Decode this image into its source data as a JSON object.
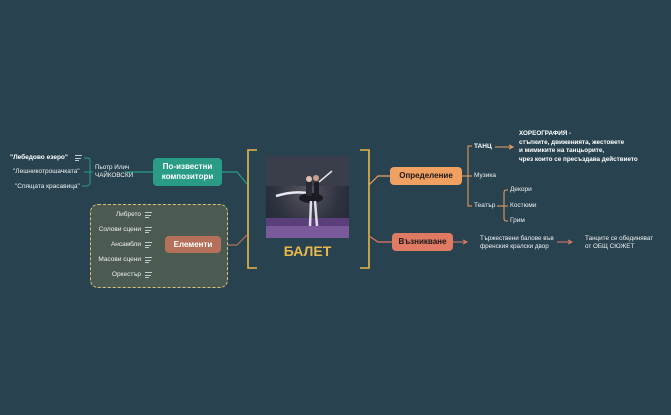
{
  "center": {
    "title": "БАЛЕТ",
    "image": "ballet-photo",
    "color": "#e8b84a"
  },
  "left": {
    "composers": {
      "label": "По-известни композитори",
      "label_line1": "По-известни",
      "label_line2": "композитори",
      "color": "#2a9c86",
      "composer": {
        "line1": "Пьотр Илич",
        "line2": "ЧАЙКОВСКИ"
      },
      "works": [
        "\"Лебедово езеро\"",
        "\"Лешникотрошачката\"",
        "\"Спящата красавица\""
      ]
    },
    "elements": {
      "label": "Елементи",
      "color": "#b5705a",
      "items": [
        "Либрето",
        "Солови сцени",
        "Ансамбли",
        "Масови сцени",
        "Оркестър"
      ]
    }
  },
  "right": {
    "definition": {
      "label": "Определение",
      "color": "#f0a060",
      "children": [
        {
          "label": "ТАНЦ",
          "detail": {
            "line1": "ХОРЕОГРАФИЯ -",
            "line2": "стъпките, движенията, жестовете",
            "line3": "и мимиките на танцьорите,",
            "line4": "чрез които се пресъздава действието"
          }
        },
        {
          "label": "Музика"
        },
        {
          "label": "Театър",
          "children": [
            "Декори",
            "Костюми",
            "Грим"
          ]
        }
      ]
    },
    "origin": {
      "label": "Възникване",
      "color": "#e07a62",
      "step1": {
        "line1": "Тържествени балове във",
        "line2": "френския кралски двор"
      },
      "step2": {
        "line1": "Танците се обединяват",
        "line2": "от ОБЩ СЮЖЕТ"
      }
    }
  }
}
